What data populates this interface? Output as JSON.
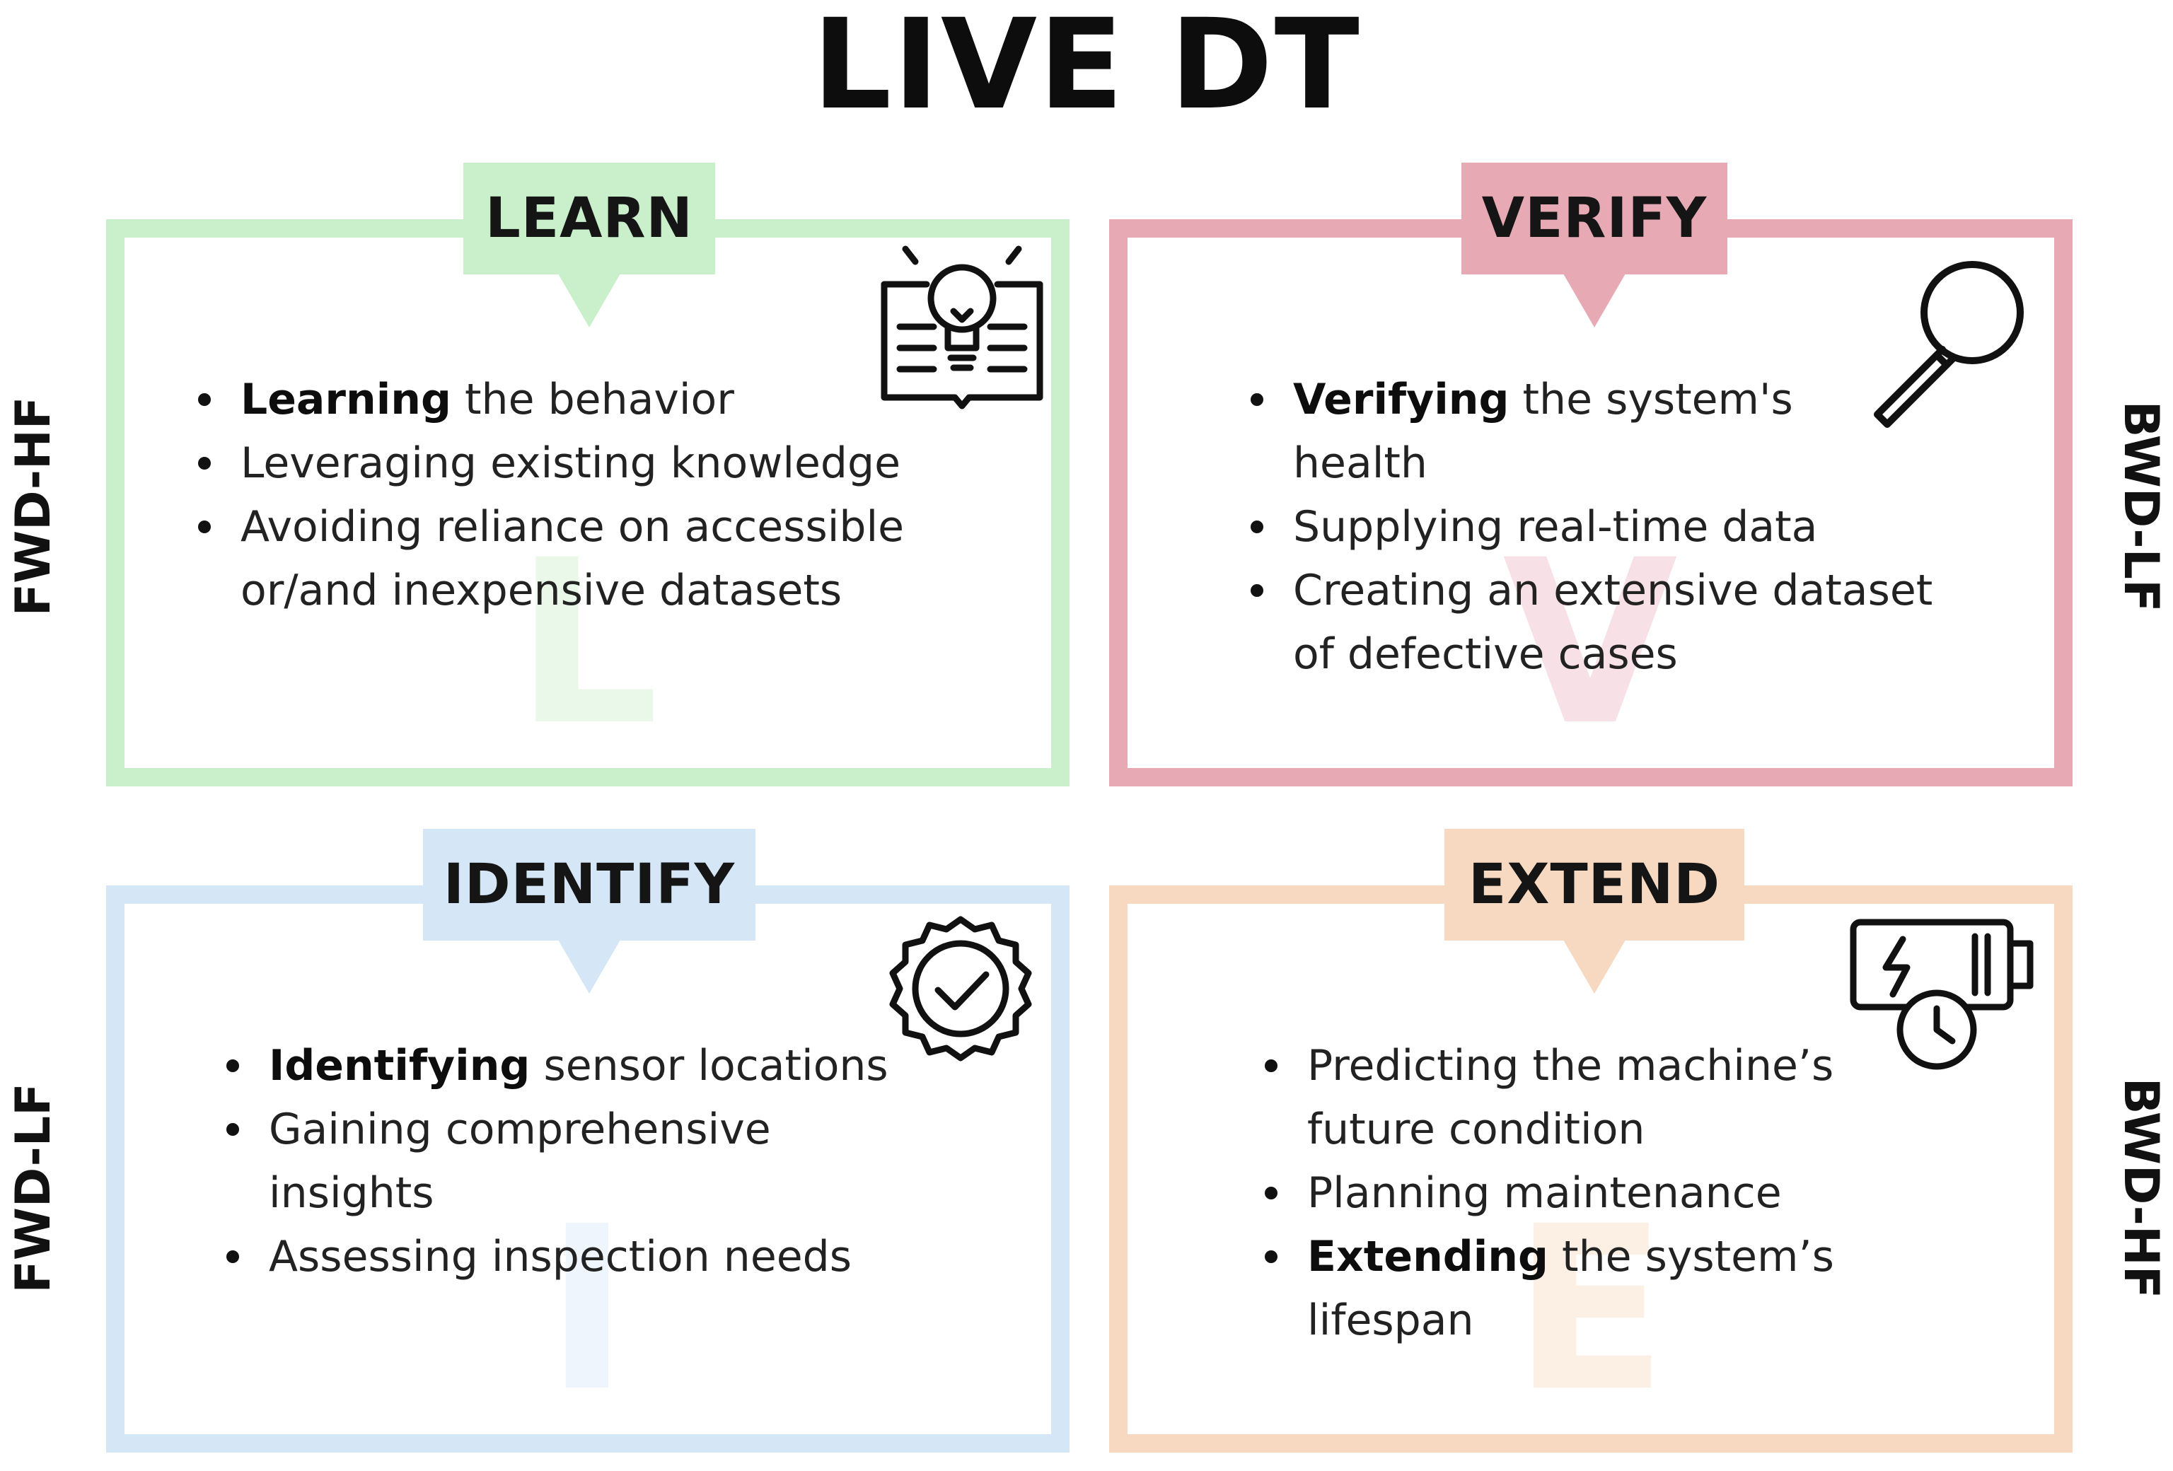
{
  "title": "LIVE DT",
  "side_labels": {
    "top_left": "FWD-HF",
    "top_right": "BWD-LF",
    "bottom_left": "FWD-LF",
    "bottom_right": "BWD-HF"
  },
  "colors": {
    "learn": "#c9efcb",
    "verify": "#e7aab5",
    "identify": "#d5e6f7",
    "extend": "#f7d9c1"
  },
  "quadrants": {
    "learn": {
      "tag": "LEARN",
      "watermark": "L",
      "icon": "book-lightbulb-icon",
      "bullets": [
        {
          "bold": "Learning",
          "rest": " the behavior"
        },
        {
          "bold": "",
          "rest": "Leveraging existing knowledge"
        },
        {
          "bold": "",
          "rest": "Avoiding reliance on accessible or/and inexpensive datasets"
        }
      ]
    },
    "verify": {
      "tag": "VERIFY",
      "watermark": "V",
      "icon": "magnifying-glass-icon",
      "bullets": [
        {
          "bold": "Verifying",
          "rest": " the system's health"
        },
        {
          "bold": "",
          "rest": "Supplying real-time data"
        },
        {
          "bold": "",
          "rest": "Creating an extensive dataset of defective cases"
        }
      ]
    },
    "identify": {
      "tag": "IDENTIFY",
      "watermark": "I",
      "icon": "badge-check-icon",
      "bullets": [
        {
          "bold": "Identifying",
          "rest": " sensor locations"
        },
        {
          "bold": "",
          "rest": "Gaining comprehensive insights"
        },
        {
          "bold": "",
          "rest": "Assessing inspection needs"
        }
      ]
    },
    "extend": {
      "tag": "EXTEND",
      "watermark": "E",
      "icon": "battery-clock-icon",
      "bullets": [
        {
          "bold": "",
          "rest": "Predicting the machine’s future condition"
        },
        {
          "bold": "",
          "rest": "Planning maintenance"
        },
        {
          "bold": "Extending",
          "rest": " the system’s lifespan"
        }
      ]
    }
  }
}
